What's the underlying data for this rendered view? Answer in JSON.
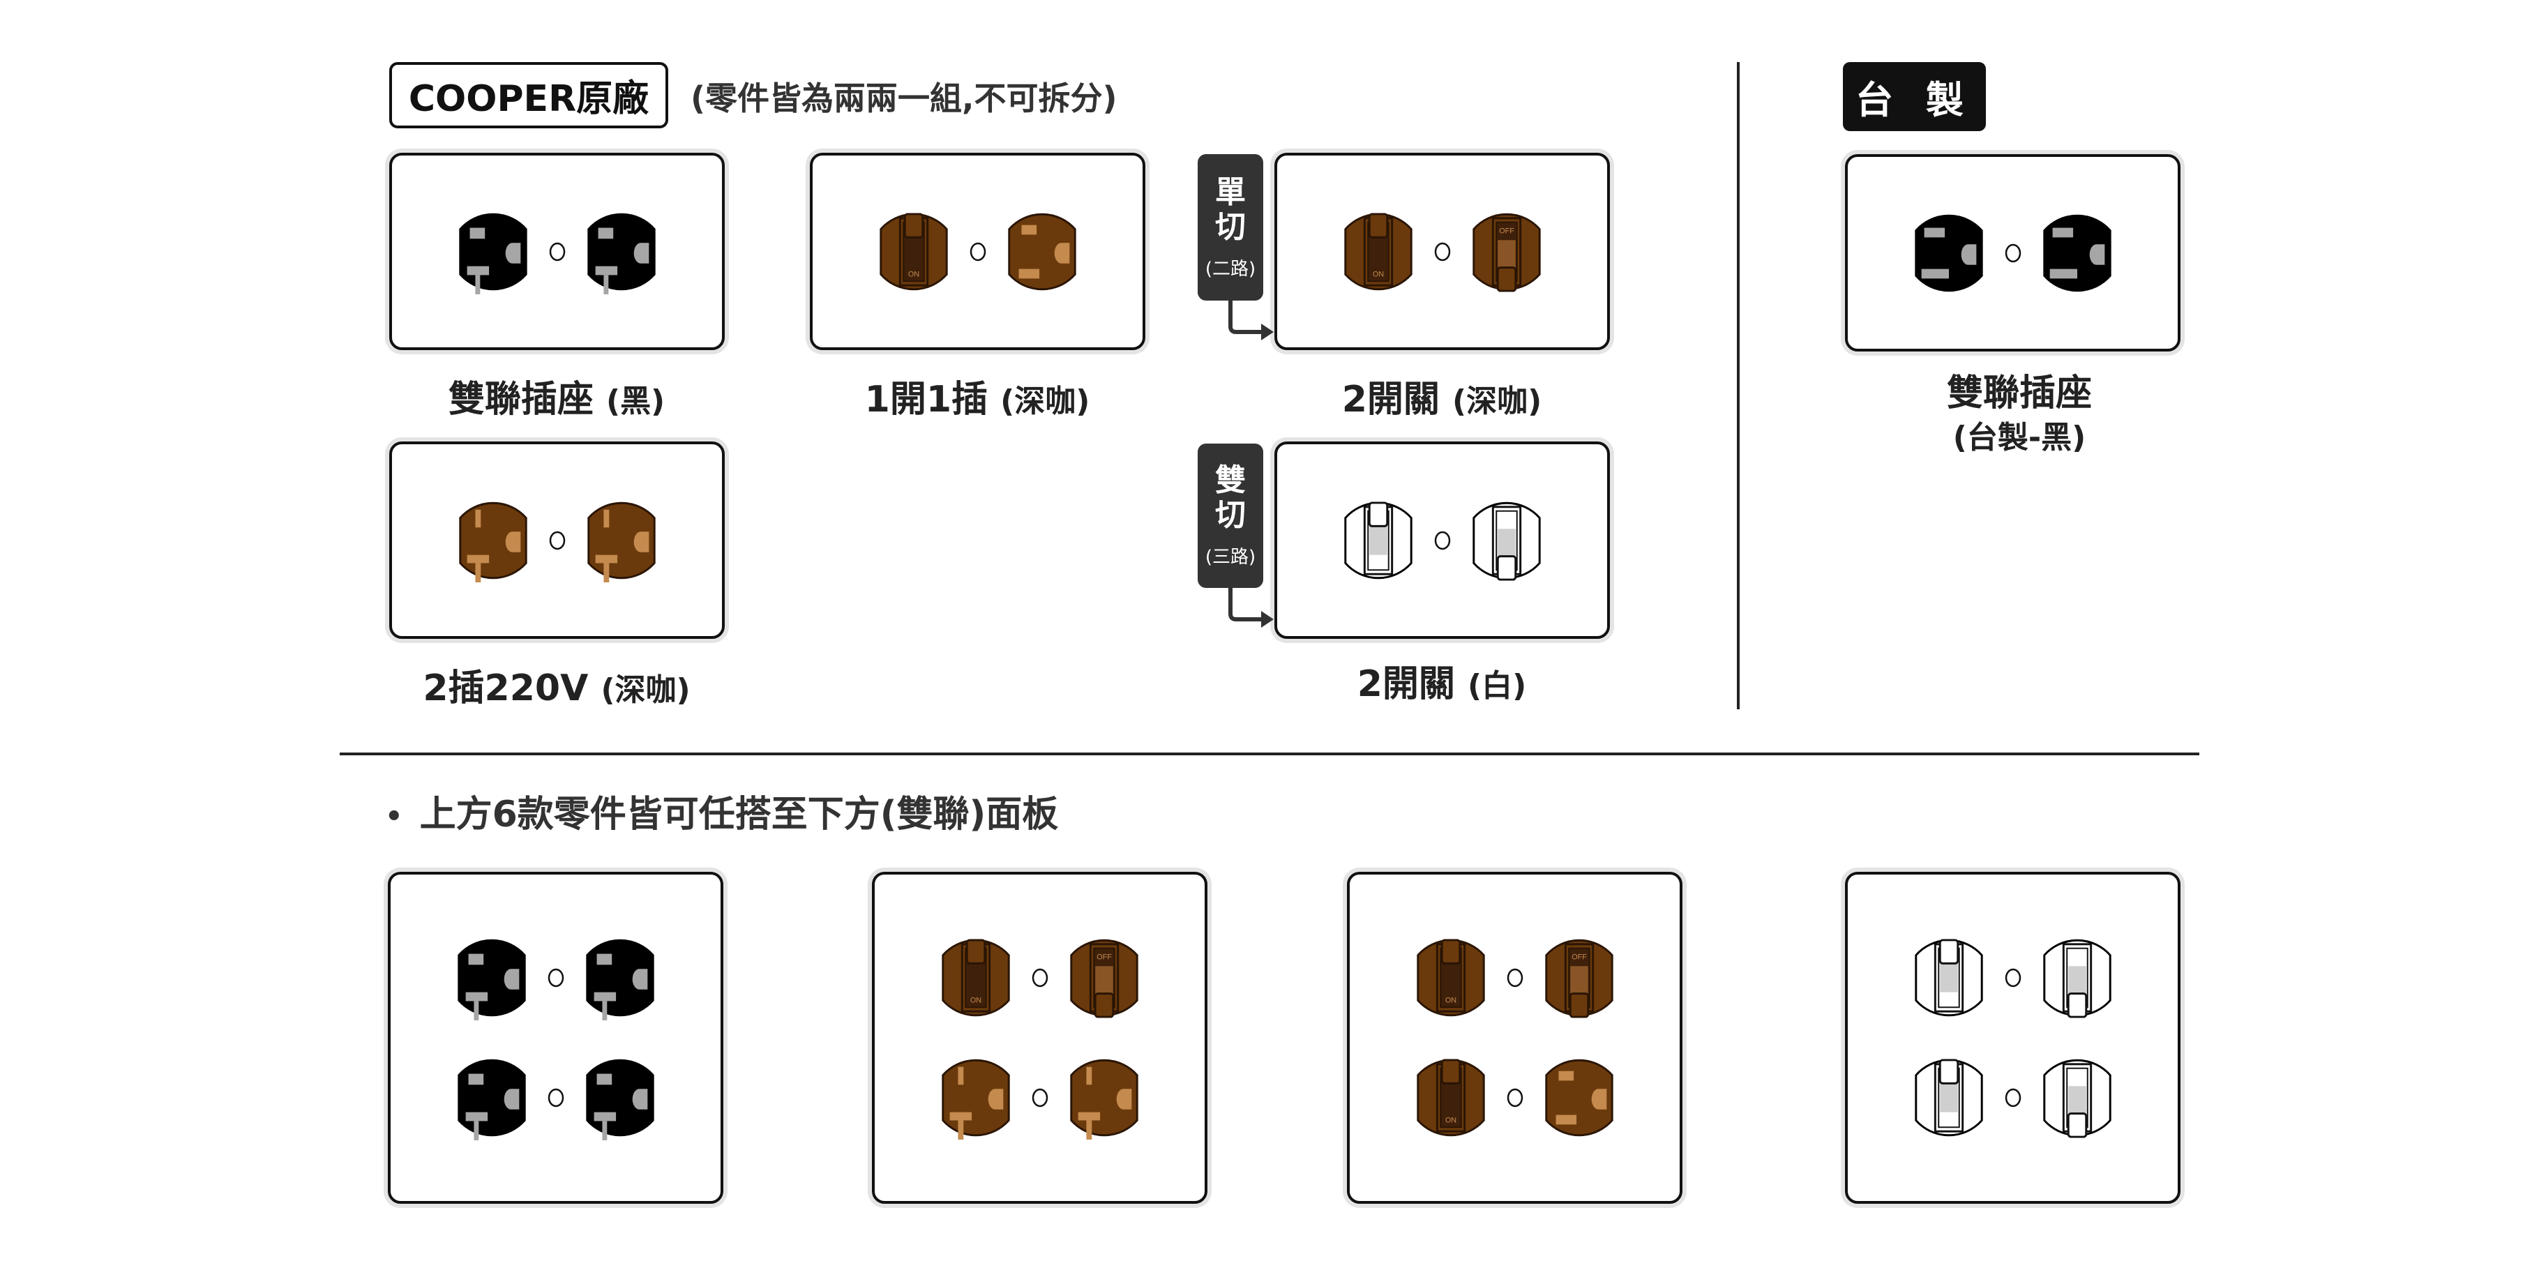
{
  "header": {
    "brand_label": "COOPER原廠",
    "subtitle": "(零件皆為兩兩一組,不可拆分)",
    "taiwan_badge": "台 製"
  },
  "tags": [
    {
      "title": "單切",
      "sub": "(二路)"
    },
    {
      "title": "雙切",
      "sub": "(三路)"
    }
  ],
  "products": [
    {
      "name": "雙聯插座",
      "sub": "(黑)",
      "faces": [
        "receptacle-black",
        "receptacle-black"
      ]
    },
    {
      "name": "1開1插",
      "sub": "(深咖)",
      "faces": [
        "switch-brown-on",
        "receptacle-brown"
      ]
    },
    {
      "name": "2開關",
      "sub": "(深咖)",
      "faces": [
        "switch-brown-on",
        "switch-brown-off"
      ]
    },
    {
      "name": "2插220V",
      "sub": "(深咖)",
      "faces": [
        "receptacle-220v-brown",
        "receptacle-220v-brown"
      ]
    },
    {
      "name": "2開關",
      "sub": "(白)",
      "faces": [
        "switch-white-up",
        "switch-white-down"
      ]
    },
    {
      "name": "雙聯插座",
      "sub": "(台製-黑)",
      "faces": [
        "receptacle-tw-black",
        "receptacle-tw-black"
      ]
    }
  ],
  "note": {
    "bullet": "•",
    "text": "上方6款零件皆可任搭至下方(雙聯)面板"
  },
  "combos": [
    {
      "faces": [
        "receptacle-black",
        "receptacle-black",
        "receptacle-black",
        "receptacle-black"
      ]
    },
    {
      "faces": [
        "switch-brown-on",
        "switch-brown-off",
        "receptacle-220v-brown",
        "receptacle-220v-brown"
      ]
    },
    {
      "faces": [
        "switch-brown-on",
        "switch-brown-off",
        "switch-brown-on",
        "receptacle-brown"
      ]
    },
    {
      "faces": [
        "switch-white-up",
        "switch-white-down",
        "switch-white-up",
        "switch-white-down"
      ]
    }
  ],
  "switch_text": {
    "on": "ON",
    "off": "OFF"
  },
  "colors": {
    "brown": "#6b3a0c",
    "dark_brown": "#3f200a",
    "tan": "#c48a4e",
    "gray_slot": "#a6a6a6",
    "black": "#000000",
    "tag_bg": "#333333"
  }
}
